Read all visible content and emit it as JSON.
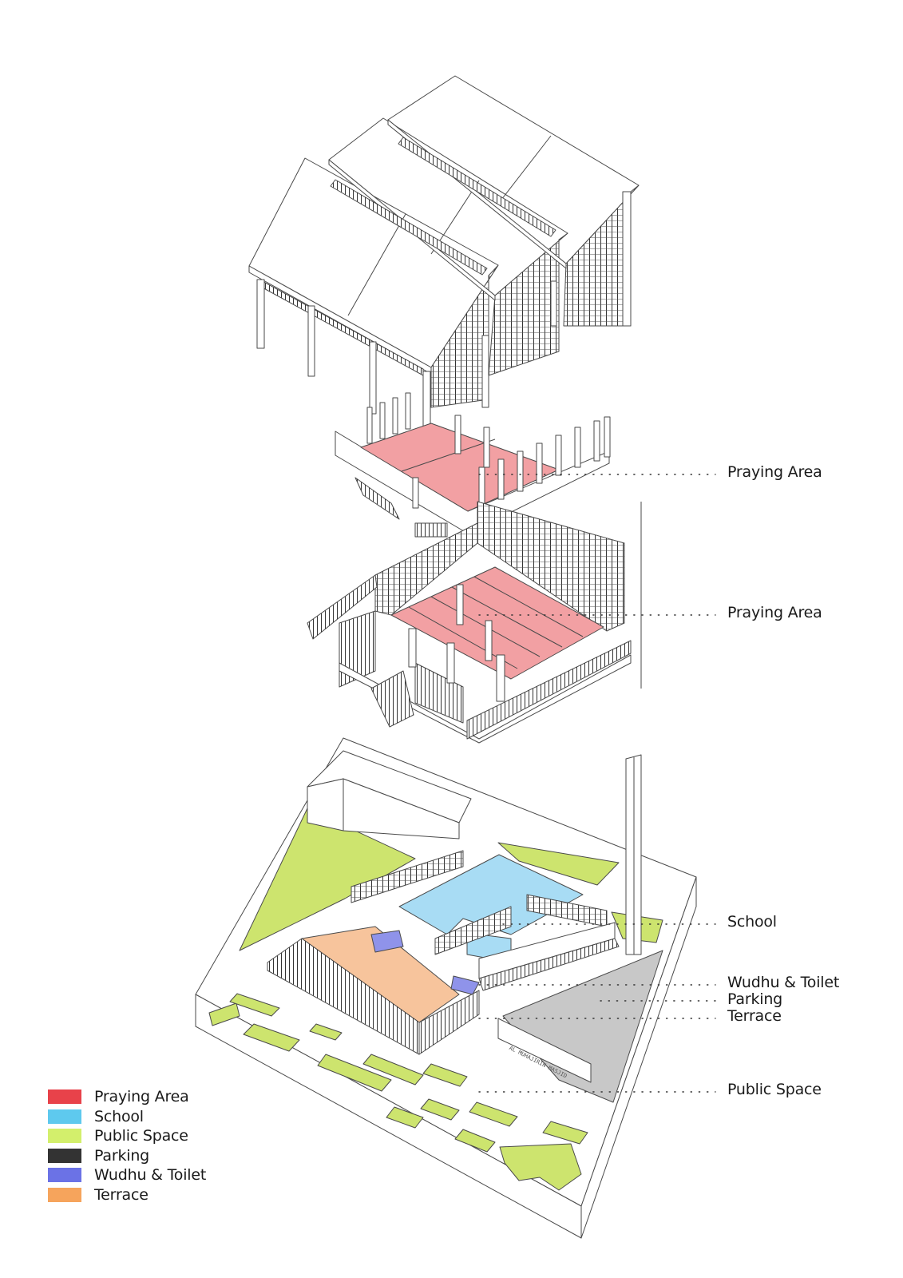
{
  "colors": {
    "praying_area": "#f2a0a3",
    "school": "#a8dcf4",
    "public_space": "#cde46e",
    "parking": "#c8c8c8",
    "wudhu_toilet": "#8f93ea",
    "terrace": "#f7c49c",
    "line": "#4a4a4a"
  },
  "callouts": [
    {
      "id": "praying-area-upper",
      "label": "Praying Area"
    },
    {
      "id": "praying-area-main",
      "label": "Praying Area"
    },
    {
      "id": "school",
      "label": "School"
    },
    {
      "id": "wudhu-toilet",
      "label": "Wudhu & Toilet"
    },
    {
      "id": "parking",
      "label": "Parking"
    },
    {
      "id": "terrace",
      "label": "Terrace"
    },
    {
      "id": "public-space",
      "label": "Public Space"
    }
  ],
  "legend": [
    {
      "label": "Praying Area",
      "color": "#e8424a"
    },
    {
      "label": "School",
      "color": "#5ec9ee"
    },
    {
      "label": "Public Space",
      "color": "#d3ef6c"
    },
    {
      "label": "Parking",
      "color": "#333333"
    },
    {
      "label": "Wudhu & Toilet",
      "color": "#6b72e6"
    },
    {
      "label": "Terrace",
      "color": "#f6a45c"
    }
  ],
  "signage": "AL MUHAJIRIN MASJID"
}
